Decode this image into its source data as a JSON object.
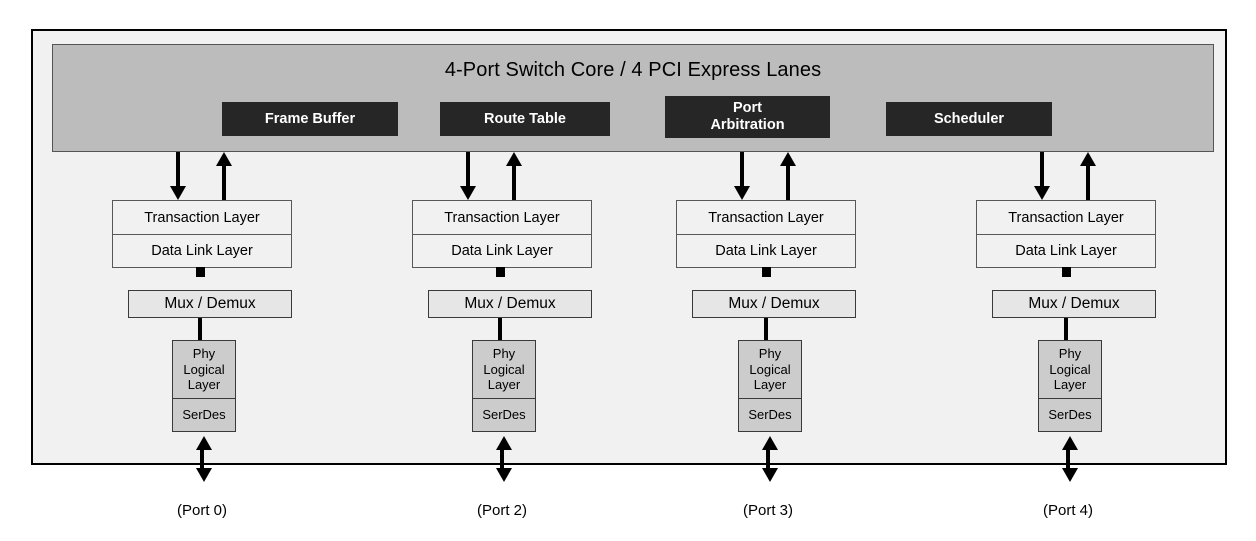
{
  "diagram": {
    "title": "4-Port Switch Core  /  4 PCI Express Lanes",
    "core_blocks": [
      {
        "label": "Frame Buffer",
        "name": "frame-buffer-block"
      },
      {
        "label": "Route Table",
        "name": "route-table-block"
      },
      {
        "label": "Port\nArbitration",
        "line1": "Port",
        "line2": "Arbitration",
        "name": "port-arbitration-block"
      },
      {
        "label": "Scheduler",
        "name": "scheduler-block"
      }
    ],
    "layer_labels": {
      "transaction": "Transaction Layer",
      "datalink": "Data Link Layer",
      "mux": "Mux / Demux",
      "phy_line1": "Phy",
      "phy_line2": "Logical",
      "phy_line3": "Layer",
      "serdes": "SerDes"
    },
    "ports": [
      {
        "caption": "(Port 0)"
      },
      {
        "caption": "(Port 2)"
      },
      {
        "caption": "(Port 3)"
      },
      {
        "caption": "(Port 4)"
      }
    ],
    "colors": {
      "page_background": "#ffffff",
      "chassis_fill": "#f1f1f1",
      "chassis_border": "#000000",
      "core_fill": "#bcbcbc",
      "core_border": "#555555",
      "block_fill": "#262626",
      "block_text": "#ffffff",
      "layer_fill": "#f1f1f1",
      "mux_fill": "#e6e6e6",
      "phy_fill": "#cccccc",
      "line_color": "#000000"
    }
  }
}
